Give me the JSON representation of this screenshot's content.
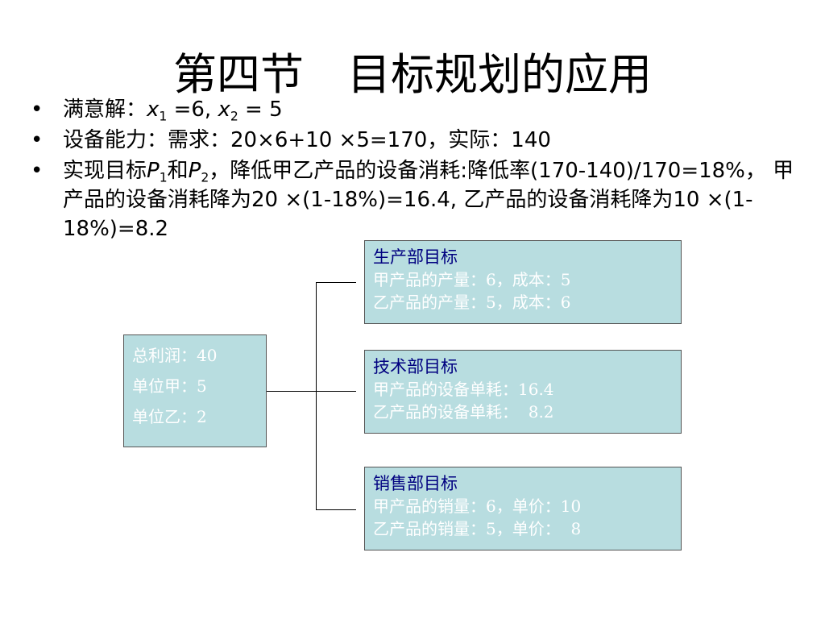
{
  "title": "第四节　目标规划的应用",
  "bullets": {
    "b1": {
      "prefix": "满意解：",
      "v1": "x",
      "s1": "1",
      "mid": " =6, ",
      "v2": "x",
      "s2": "2",
      "suffix": " = 5"
    },
    "b2": {
      "text": "设备能力：需求：20×6+10 ×5=170，实际：140"
    },
    "b3": {
      "t1": "实现目标",
      "v1": "P",
      "s1": "1",
      "t2": "和",
      "v2": "P",
      "s2": "2",
      "t3": "，降低甲乙产品的设备消耗:降低率(170-140)/170=18%， 甲产品的设备消耗降为20 ×(1-18%)=16.4, 乙产品的设备消耗降为10 ×(1-18%)=8.2"
    }
  },
  "left_box": {
    "lines": [
      "总利润：40",
      "单位甲：5",
      "单位乙：2"
    ]
  },
  "production_box": {
    "heading": "生产部目标",
    "lines": [
      "甲产品的产量：6，成本：5",
      "乙产品的产量：5，成本：6"
    ]
  },
  "tech_box": {
    "heading": "技术部目标",
    "lines": [
      "甲产品的设备单耗：16.4",
      "乙产品的设备单耗：  8.2"
    ]
  },
  "sales_box": {
    "heading": "销售部目标",
    "lines": [
      "甲产品的销量：6，单价：10",
      "乙产品的销量：5，单价：  8"
    ]
  },
  "colors": {
    "box_fill": "#b8dde0",
    "heading_text": "#000080",
    "box_text": "#ffffff"
  }
}
